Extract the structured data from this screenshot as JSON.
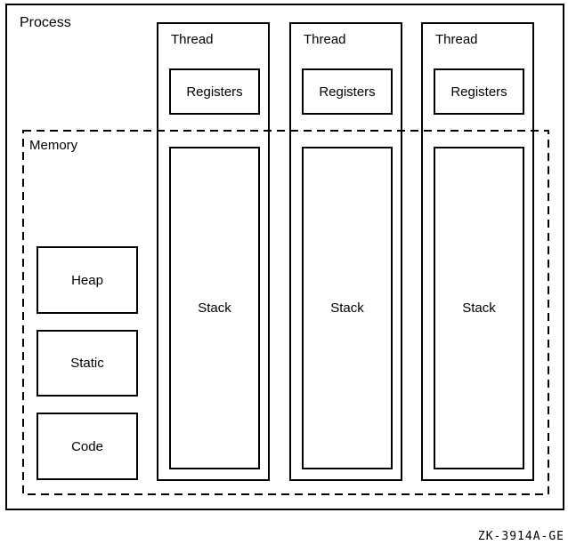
{
  "figure": {
    "process": {
      "label": "Process",
      "memory": {
        "label": "Memory",
        "blocks": [
          {
            "label": "Heap"
          },
          {
            "label": "Static"
          },
          {
            "label": "Code"
          }
        ]
      },
      "threads": [
        {
          "label": "Thread",
          "registers": "Registers",
          "stack": "Stack"
        },
        {
          "label": "Thread",
          "registers": "Registers",
          "stack": "Stack"
        },
        {
          "label": "Thread",
          "registers": "Registers",
          "stack": "Stack"
        }
      ]
    },
    "caption": "ZK-3914A-GE",
    "colors": {
      "line": "#000000",
      "background": "#ffffff"
    }
  }
}
